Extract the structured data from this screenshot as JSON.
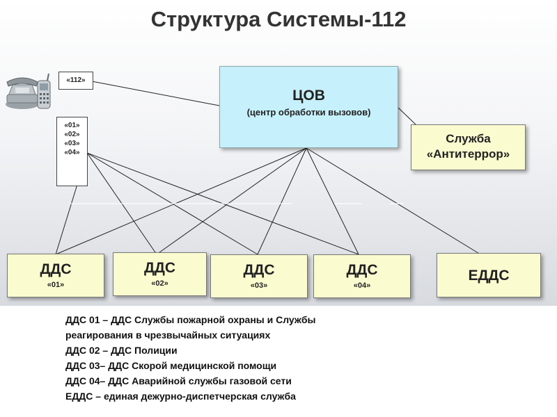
{
  "title": "Структура Системы-112",
  "phone_box": {
    "label": "«112»"
  },
  "codes_box": {
    "codes": [
      "«01»",
      "«02»",
      "«03»",
      "«04»"
    ]
  },
  "cov": {
    "name": "ЦОВ",
    "full": "(центр обработки вызовов)"
  },
  "antiterror": {
    "line1": "Служба",
    "line2": "«Антитеррор»"
  },
  "dds": [
    {
      "title": "ДДС",
      "code": "«01»"
    },
    {
      "title": "ДДС",
      "code": "«02»"
    },
    {
      "title": "ДДС",
      "code": "«03»"
    },
    {
      "title": "ДДС",
      "code": "«04»"
    }
  ],
  "edds": {
    "title": "ЕДДС"
  },
  "legend": [
    "ДДС 01 – ДДС Службы пожарной охраны и Службы",
    "реагирования в чрезвычайных ситуациях",
    "ДДС 02 – ДДС Полиции",
    "ДДС 03– ДДС Скорой медицинской помощи",
    "ДДС 04– ДДС Аварийной службы газовой сети",
    "ЕДДС – единая дежурно-диспетчерская служба"
  ]
}
